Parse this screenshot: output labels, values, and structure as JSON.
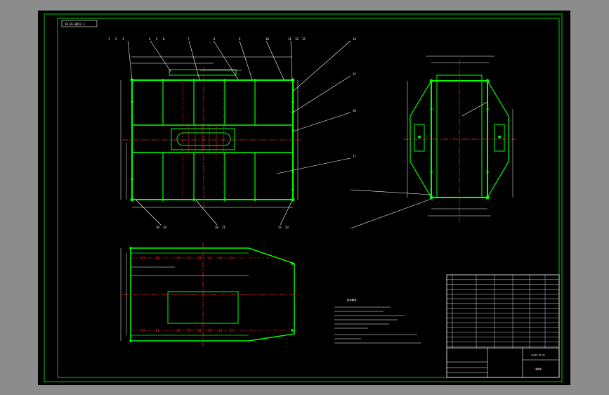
{
  "drawing": {
    "code_box": "10-01-0652.1",
    "number_labels": [
      "1",
      "2",
      "3",
      "4",
      "5",
      "6",
      "7",
      "8",
      "9",
      "10",
      "11",
      "12",
      "13",
      "14",
      "15",
      "16",
      "17",
      "18",
      "19",
      "20",
      "21",
      "22",
      "23"
    ],
    "title_block": {
      "drawing_no": "CA640-03-01",
      "part_name": "油箱体"
    },
    "notes_title": "技术要求",
    "colors": {
      "background": "#000000",
      "frame": "#00c800",
      "part": "#00ff00",
      "centerline": "#ff2020",
      "leader": "#ffffff",
      "dimension": "#ffffff",
      "outer_gray": "#8c8c8c"
    }
  }
}
